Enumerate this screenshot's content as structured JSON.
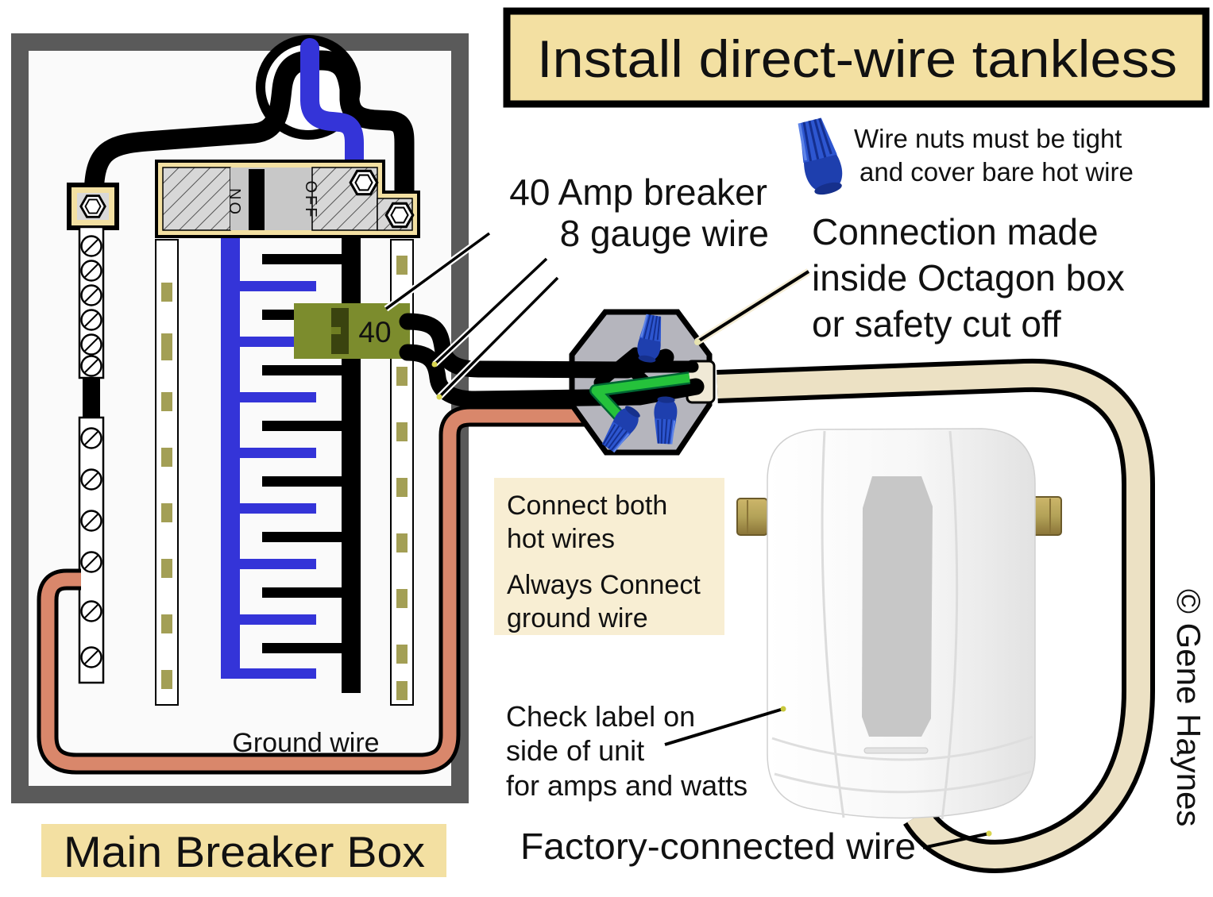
{
  "title": "Install direct-wire tankless",
  "panel": {
    "caption": "Main Breaker Box",
    "switch_on": "ON",
    "switch_off": "OFF",
    "breaker_amps": "40",
    "ground_wire_label": "Ground wire"
  },
  "notes": {
    "wire_nuts": [
      "Wire nuts must be tight",
      "and cover bare hot wire"
    ],
    "breaker": [
      "40 Amp breaker",
      "8 gauge wire"
    ],
    "connection": [
      "Connection made",
      "inside Octagon box",
      "or safety cut off"
    ],
    "connect_hot": [
      "Connect both",
      "hot wires"
    ],
    "connect_ground": [
      "Always Connect",
      "ground wire"
    ],
    "check_label": [
      "Check label on",
      "side of unit",
      "for amps and watts"
    ],
    "factory_wire": "Factory-connected wire",
    "copyright": "© Gene Haynes"
  },
  "colors": {
    "tan": "#f3e0a2",
    "tan_light": "#f8eed3",
    "olive": "#7c8c2d",
    "olive_dark": "#3a430f",
    "blue": "#3434d8",
    "copper": "#d9876b",
    "wire_green": "#25c23b",
    "text_green": "#1f9e3c",
    "frame_gray": "#5a5a5a",
    "octagon_gray": "#b5b5bd",
    "cream": "#ece1c4",
    "nut_blue": "#2d56d0"
  }
}
